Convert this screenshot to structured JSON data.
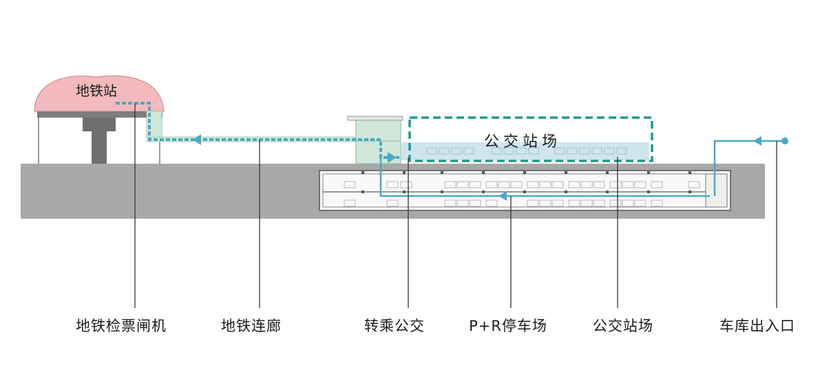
{
  "diagram": {
    "station_title": "地铁站",
    "bus_yard_title": "公交站场",
    "callouts": [
      "地铁检票闸机",
      "地铁连廊",
      "转乘公交",
      "P+R停车场",
      "公交站场",
      "车库出入口"
    ],
    "colors": {
      "ground": "#a8a8a8",
      "station_roof": "#f3b9bd",
      "corridor_glass": "#cfe7d9",
      "bus_canopy": "#c9e3ea",
      "route_line": "#4aa9c3",
      "bus_yard_outline": "#1e9a8c",
      "leader_line": "#333333"
    }
  }
}
